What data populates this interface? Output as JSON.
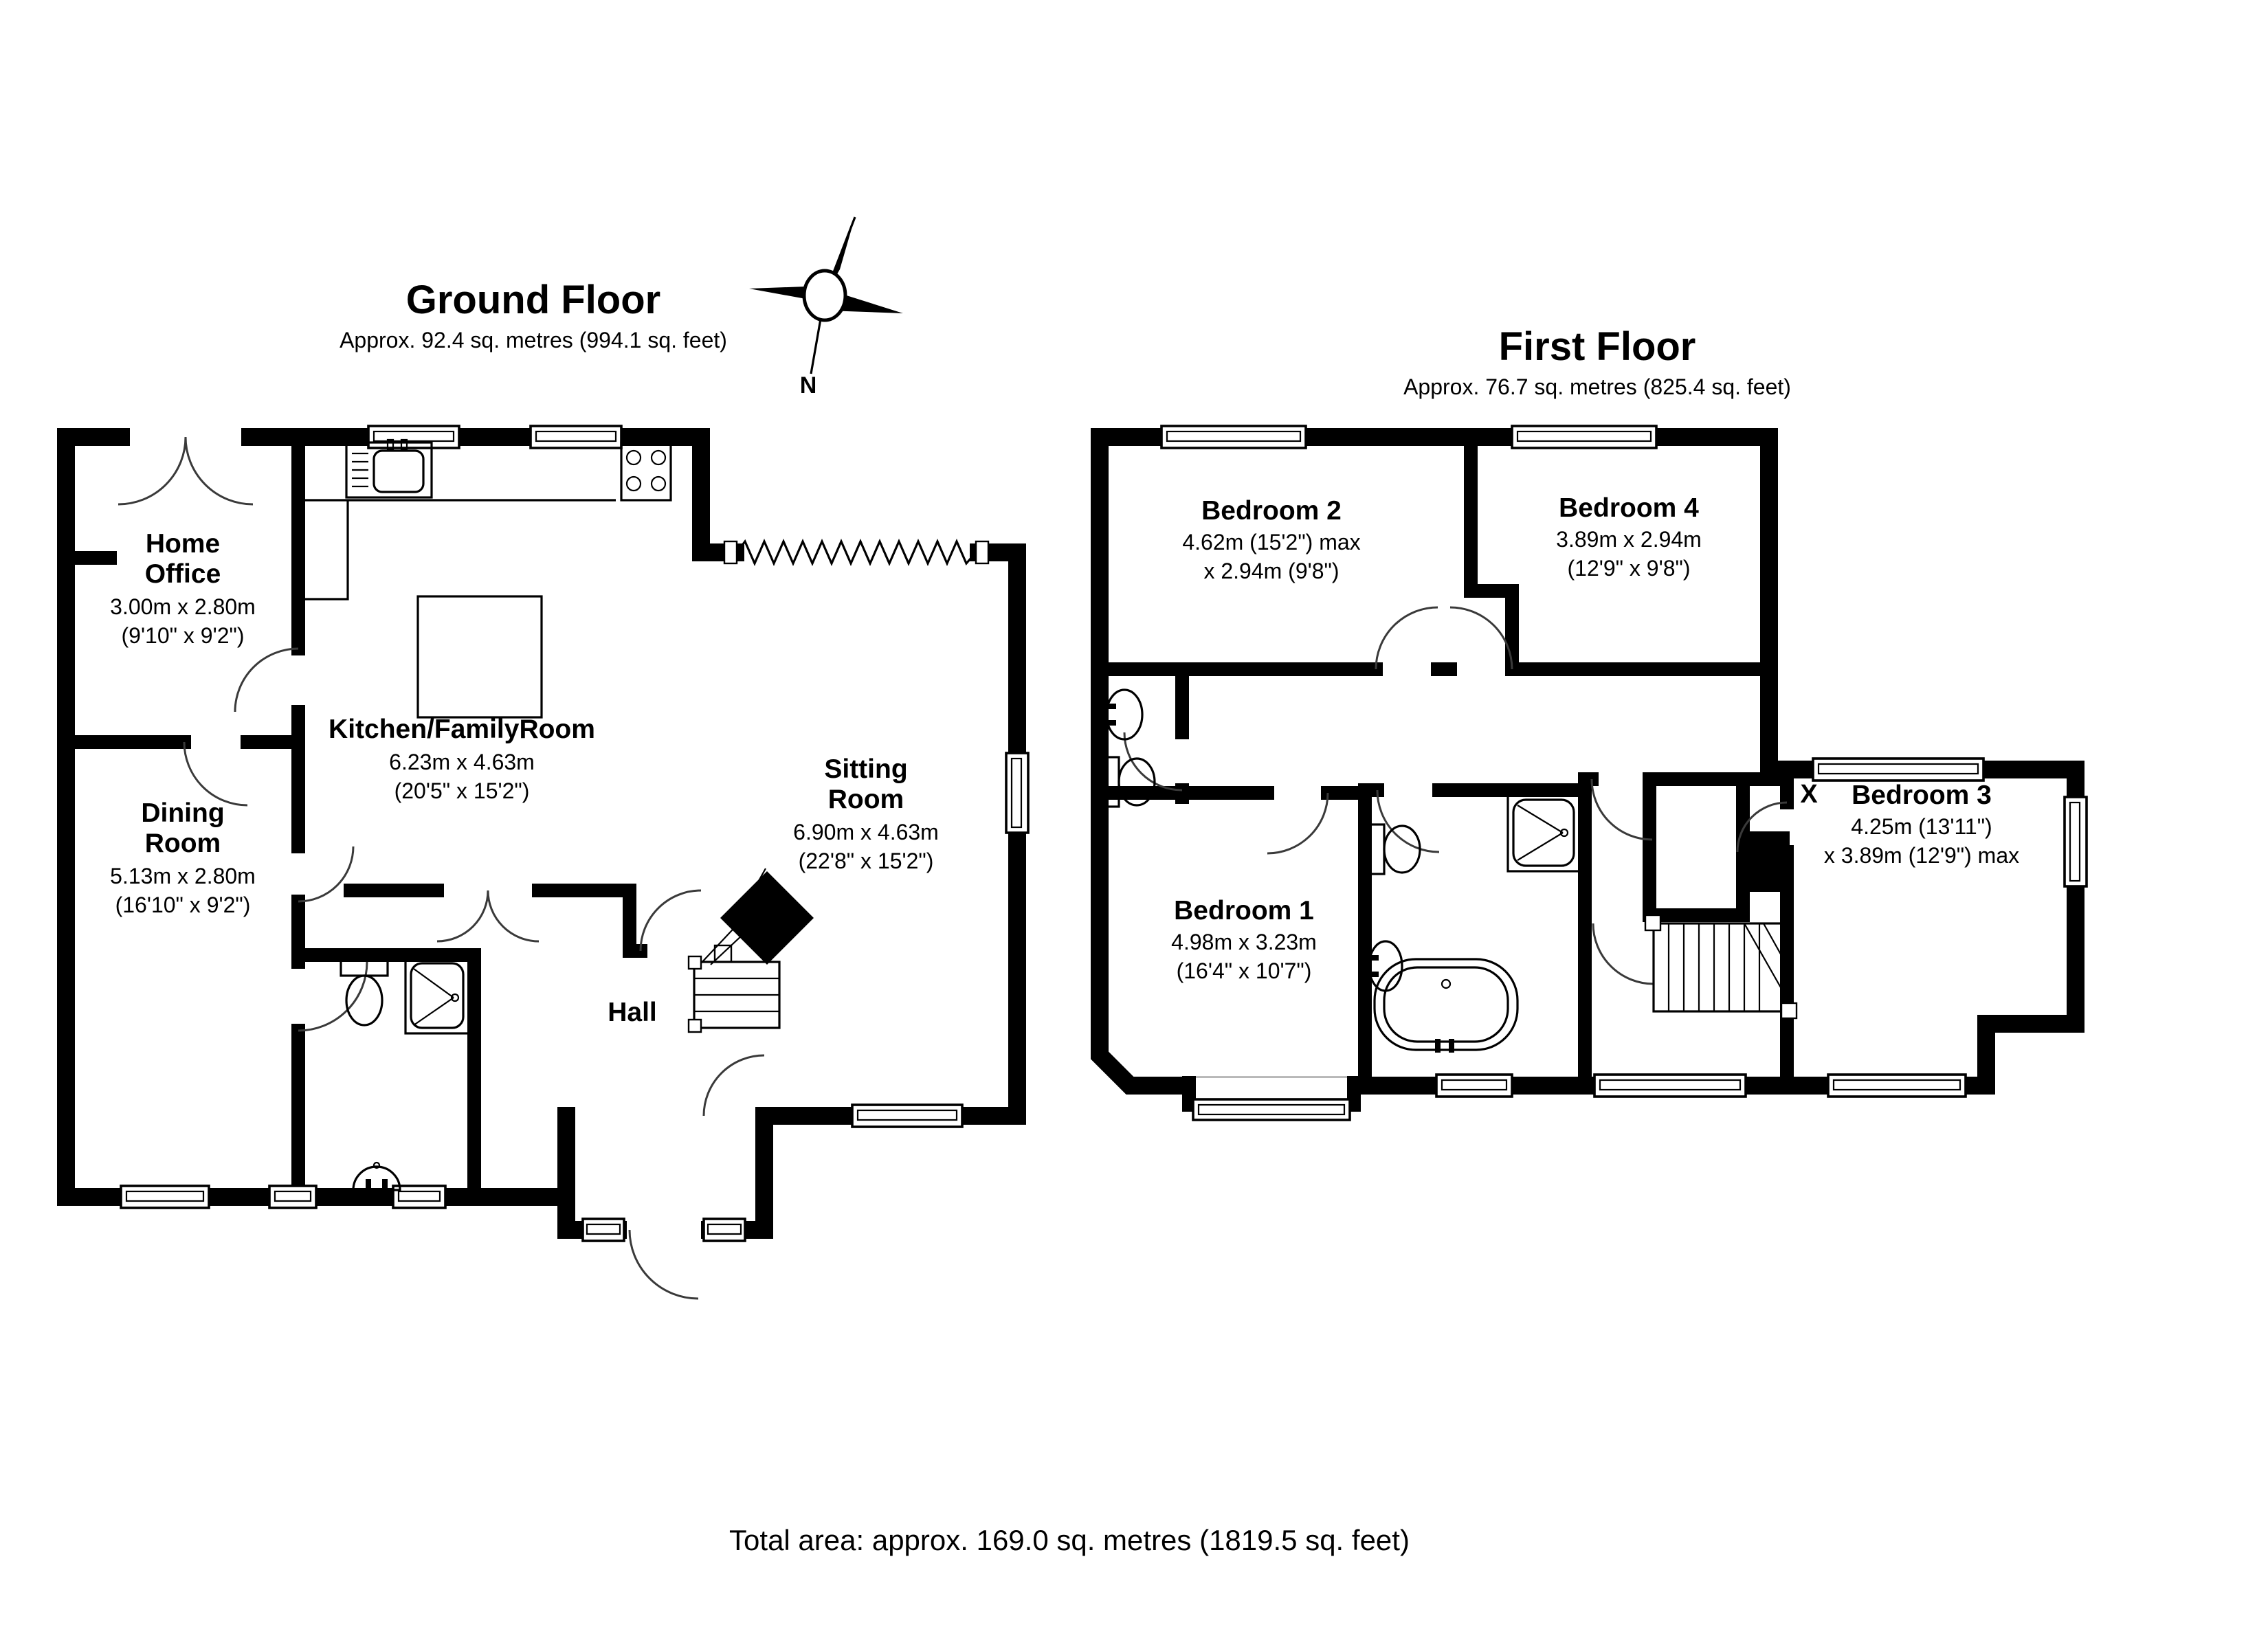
{
  "colors": {
    "wall": "#000000",
    "background": "#ffffff",
    "door_arc": "#3a3a3a"
  },
  "ground_floor": {
    "title": "Ground Floor",
    "subtitle": "Approx. 92.4 sq. metres (994.1 sq. feet)",
    "compass_label": "N",
    "rooms": {
      "home_office": {
        "line1": "Home",
        "line2": "Office",
        "dim_m": "3.00m x 2.80m",
        "dim_ft": "(9'10\" x 9'2\")"
      },
      "kitchen": {
        "line1": "Kitchen/FamilyRoom",
        "dim_m": "6.23m x 4.63m",
        "dim_ft": "(20'5\" x 15'2\")"
      },
      "sitting": {
        "line1": "Sitting",
        "line2": "Room",
        "dim_m": "6.90m x 4.63m",
        "dim_ft": "(22'8\" x 15'2\")"
      },
      "dining": {
        "line1": "Dining",
        "line2": "Room",
        "dim_m": "5.13m x 2.80m",
        "dim_ft": "(16'10\" x 9'2\")"
      },
      "hall": {
        "line1": "Hall"
      }
    }
  },
  "first_floor": {
    "title": "First Floor",
    "subtitle": "Approx. 76.7 sq. metres (825.4 sq. feet)",
    "stair_mark": "X",
    "rooms": {
      "bedroom2": {
        "line1": "Bedroom 2",
        "dim_m": "4.62m (15'2\") max",
        "dim_ft": "x 2.94m (9'8\")"
      },
      "bedroom4": {
        "line1": "Bedroom 4",
        "dim_m": "3.89m x 2.94m",
        "dim_ft": "(12'9\" x 9'8\")"
      },
      "bedroom3": {
        "line1": "Bedroom 3",
        "dim_m": "4.25m (13'11\")",
        "dim_ft": "x 3.89m (12'9\") max"
      },
      "bedroom1": {
        "line1": "Bedroom 1",
        "dim_m": "4.98m x 3.23m",
        "dim_ft": "(16'4\" x 10'7\")"
      }
    }
  },
  "footer": {
    "total": "Total area: approx. 169.0 sq. metres (1819.5 sq. feet)"
  }
}
